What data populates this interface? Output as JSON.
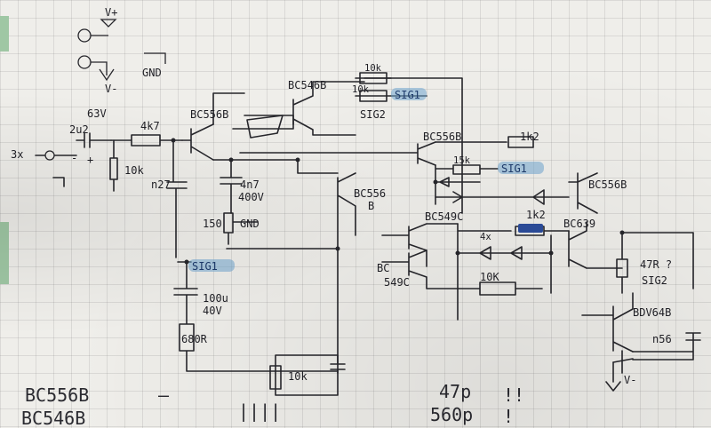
{
  "schematic": {
    "power": {
      "vplus": "V+",
      "vminus": "V-",
      "gnd": "GND"
    },
    "input": {
      "cap_voltage": "63V",
      "cap_value": "2u2",
      "input_label": "3x",
      "minus": "-",
      "plus": "+"
    },
    "components": {
      "r_4k7": "4k7",
      "r_10k_in": "10k",
      "c_n27": "n27",
      "c_4n7": "4n7",
      "c_400v": "400V",
      "r_150": "150",
      "gnd2": "GND",
      "q_bc556b_main": "BC556B",
      "q_bc546b": "BC546B",
      "r_10k_top": "10k",
      "r_10k_mid": "10k",
      "sig1_a": "SIG1",
      "sig2_a": "SIG2",
      "q_bc556b_right": "BC556B",
      "r_1k2_top": "1k2",
      "r_15k": "15k",
      "sig1_b": "SIG1",
      "q_bc556b_far": "BC556B",
      "q_bc556_center": "BC556",
      "q_bc556_center_sub": "B",
      "q_bc549c_top": "BC549C",
      "q_bc549c_bottom_1": "BC",
      "q_bc549c_bottom_2": "549C",
      "r_1k2_blue": "1k2",
      "d_4x": "4x",
      "q_bc639": "BC639",
      "r_10k_bottom": "10K",
      "r_47r": "47R ?",
      "sig2_b": "SIG2",
      "sig1_c": "SIG1",
      "c_100u": "100u",
      "c_100u_v": "40V",
      "r_680r": "680R",
      "r_10k_low": "10k",
      "q_bdv64b": "BDV64B",
      "c_n56": "n56",
      "vminus_out": "V-"
    },
    "notes": {
      "bc556b": "BC556B",
      "bc546b": "BC546B",
      "dash": "—",
      "tally": "||||",
      "c47p": "47p",
      "c560p": "560p",
      "excl1": "!!",
      "excl2": "!"
    },
    "highlight_color": "#6fa6cf",
    "blue_part_color": "#2c4d9c"
  }
}
